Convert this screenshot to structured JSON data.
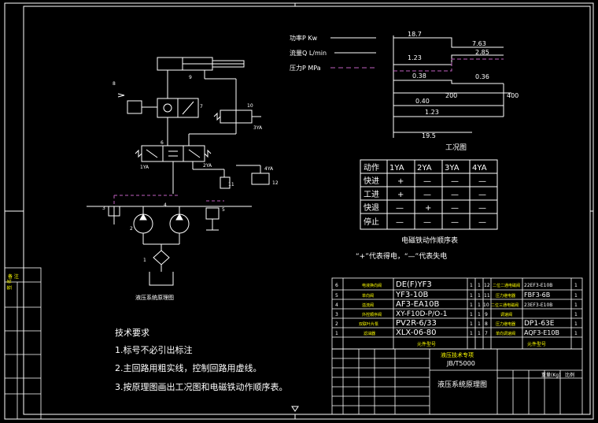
{
  "legend": {
    "power_label": "功率P  Kw",
    "flow_label": "流量Q  L/min",
    "pressure_label": "压力P  MPa",
    "line_color": "#ffffff",
    "pressure_line_color": "#c060c0"
  },
  "cycle_chart": {
    "title": "工况图",
    "values": [
      "18.7",
      "7.63",
      "2.85",
      "1.23",
      "0.38",
      "0.36",
      "0.40",
      "200",
      "400",
      "1.23",
      "19.5"
    ]
  },
  "solenoid_table": {
    "title": "电磁铁动作顺序表",
    "note": "“+”代表得电，“—”代表失电",
    "headers": [
      "动作",
      "1YA",
      "2YA",
      "3YA",
      "4YA"
    ],
    "rows": [
      {
        "label": "快进",
        "cells": [
          "+",
          "—",
          "—",
          "—"
        ]
      },
      {
        "label": "工进",
        "cells": [
          "+",
          "—",
          "—",
          "—"
        ]
      },
      {
        "label": "快退",
        "cells": [
          "—",
          "+",
          "—",
          "—"
        ]
      },
      {
        "label": "停止",
        "cells": [
          "—",
          "—",
          "—",
          "—"
        ]
      }
    ]
  },
  "circuit": {
    "caption": "液压系统原理图",
    "labels": [
      "9",
      "8",
      "7",
      "10",
      "3YA",
      "6",
      "1YA",
      "2YA",
      "4YA",
      "11",
      "12",
      "3",
      "4",
      "5",
      "2",
      "1"
    ]
  },
  "tech_requirements": {
    "title": "技术要求",
    "items": [
      "1.标号不必引出标注",
      "2.主回路用粗实线，控制回路用虚线。",
      "3.按原理图画出工况图和电磁铁动作顺序表。"
    ]
  },
  "parts_list": {
    "rows": [
      {
        "no": "6",
        "name": "电液换向阀",
        "code": "DE(F)YF3",
        "qty": "1",
        "remark": "1",
        "no2": "12",
        "name2": "二位二通电磁阀",
        "code2": "22EF3-E10B",
        "qty2": "1"
      },
      {
        "no": "5",
        "name": "单向阀",
        "code": "YF3-10B",
        "qty": "1",
        "remark": "1",
        "no2": "11",
        "name2": "压力继电器",
        "code2": "FBF3-6B",
        "qty2": "1"
      },
      {
        "no": "4",
        "name": "溢流阀",
        "code": "AF3-EA10B",
        "qty": "1",
        "remark": "1",
        "no2": "10",
        "name2": "二位三通电磁阀",
        "code2": "23EF3-E10B",
        "qty2": "1"
      },
      {
        "no": "3",
        "name": "外控顺序阀",
        "code": "XY-F10D-P/O-1",
        "qty": "1",
        "remark": "1",
        "no2": "9",
        "name2": "调速阀",
        "code2": "",
        "qty2": "1"
      },
      {
        "no": "2",
        "name": "双联叶片泵",
        "code": "PV2R-6/33",
        "qty": "1",
        "remark": "1",
        "no2": "8",
        "name2": "压力继电器",
        "code2": "DP1-63E",
        "qty2": "1"
      },
      {
        "no": "1",
        "name": "滤油器",
        "code": "XLX-06-80",
        "qty": "1",
        "remark": "1",
        "no2": "7",
        "name2": "单向调速阀",
        "code2": "AQF3-E10B",
        "qty2": "1"
      }
    ],
    "footer_left": "元件型号",
    "footer_right": "元件型号"
  },
  "title_block": {
    "project": "液压技术专项",
    "standard": "JB/T5000",
    "drawing_name": "液压系统原理图",
    "weight_label": "重量(Kg)",
    "scale_label": "比例"
  },
  "side_block": {
    "label1": "备  注",
    "label2": "签  名"
  }
}
